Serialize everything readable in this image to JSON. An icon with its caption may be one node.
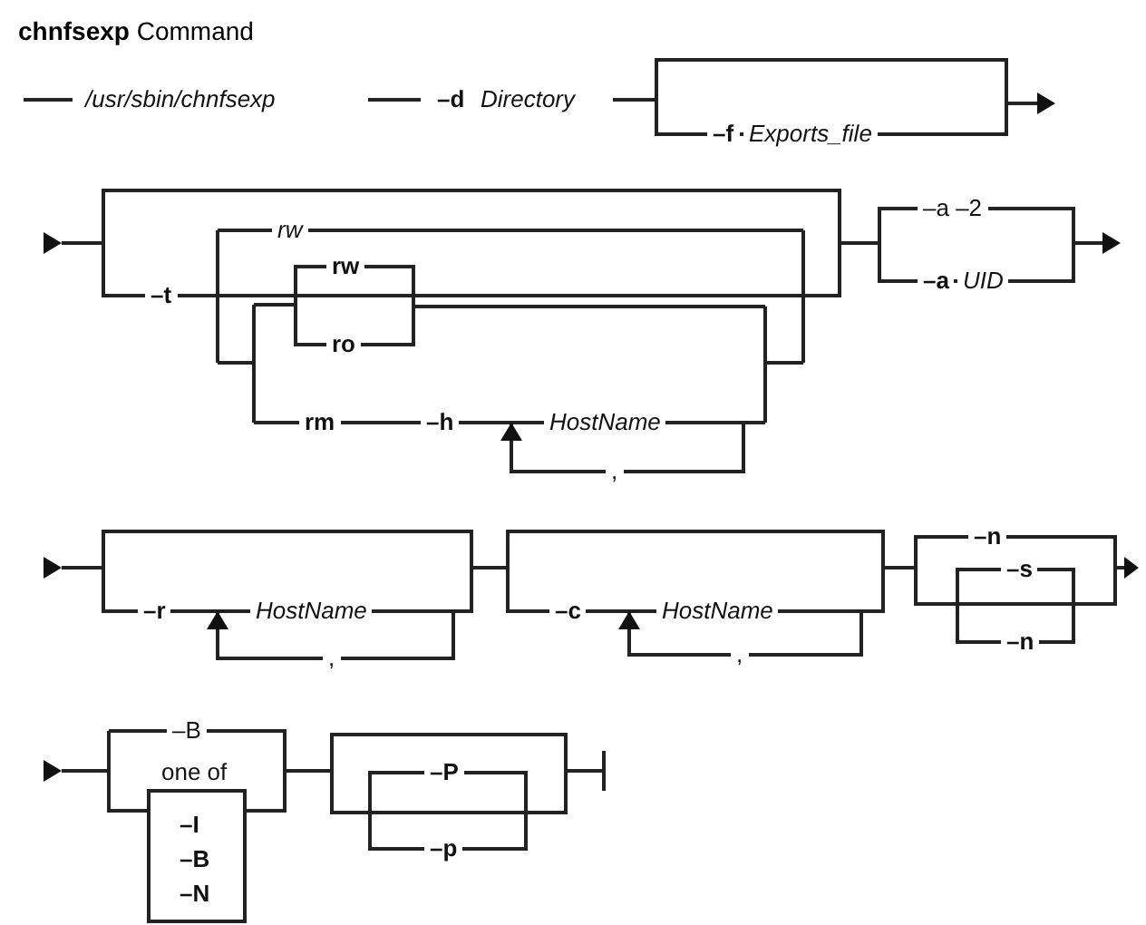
{
  "diagram": {
    "title": "**chnfsexp** Command",
    "labels": [
      "/usr/sbin/chnfsexp",
      "–d",
      "Directory",
      "–f",
      "Exports_file",
      "rw",
      "–t",
      "rw",
      "ro",
      "rm",
      "–h",
      "HostName",
      ",",
      "–a –2",
      "–a",
      "UID",
      "–r",
      "HostName",
      ",",
      "–c",
      "HostName",
      ",",
      "–n",
      "–s",
      "–n",
      "–B",
      "one of",
      "–I",
      "–B",
      "–N",
      "–P",
      "–p"
    ]
  }
}
